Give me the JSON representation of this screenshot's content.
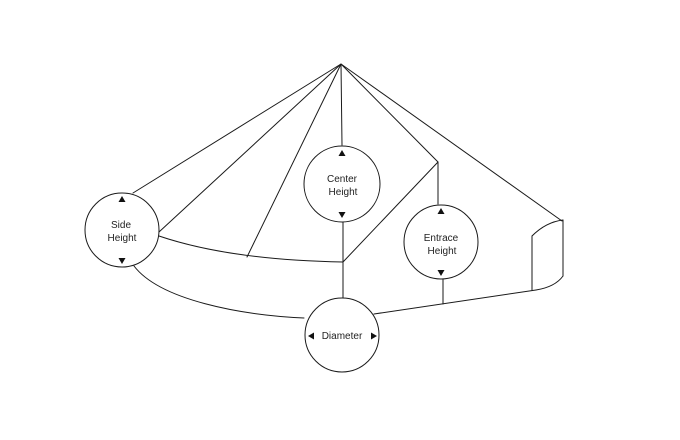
{
  "labels": {
    "side_height_line1": "Side",
    "side_height_line2": "Height",
    "center_height_line1": "Center",
    "center_height_line2": "Height",
    "entrance_height_line1": "Entrace",
    "entrance_height_line2": "Height",
    "diameter": "Diameter"
  },
  "icons": {
    "up": "triangle-up-icon",
    "down": "triangle-down-icon",
    "left": "triangle-left-icon",
    "right": "triangle-right-icon"
  },
  "colors": {
    "stroke": "#1a1a1a",
    "background": "#ffffff",
    "text": "#222222"
  }
}
